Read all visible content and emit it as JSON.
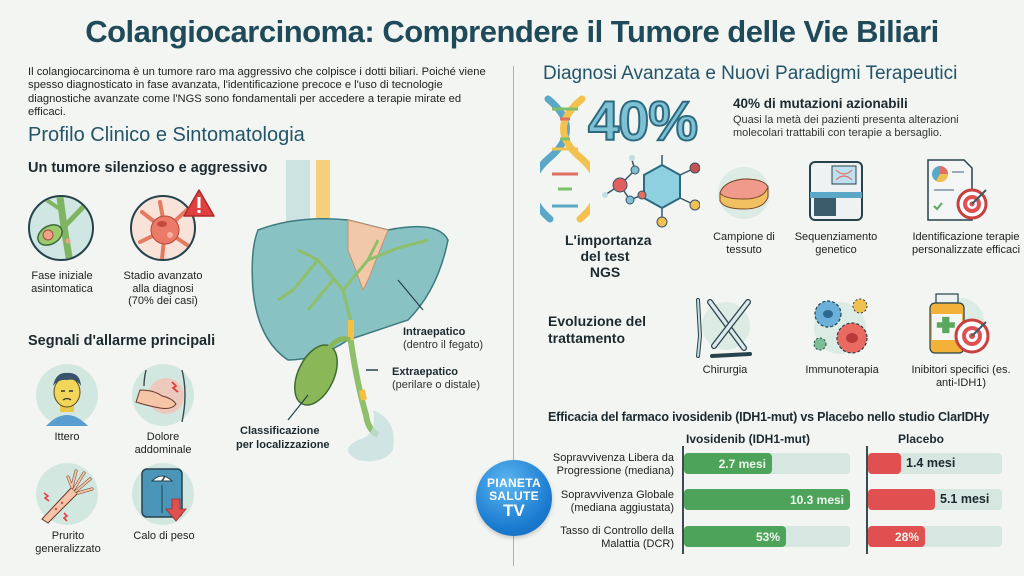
{
  "title": "Colangiocarcinoma: Comprendere il Tumore delle Vie Biliari",
  "intro": "Il colangiocarcinoma è un tumore raro ma aggressivo che colpisce i dotti biliari. Poiché viene spesso diagnosticato in fase avanzata, l'identificazione precoce e l'uso di tecnologie diagnostiche avanzate come l'NGS sono fondamentali per accedere a terapie mirate ed efficaci.",
  "left": {
    "section_title": "Profilo Clinico e Sintomatologia",
    "silent": {
      "heading": "Un tumore silenzioso e aggressivo",
      "items": [
        {
          "icon": "gallbladder-duct-icon",
          "caption": "Fase iniziale asintomatica"
        },
        {
          "icon": "tumor-cell-warning-icon",
          "caption": "Stadio avanzato alla diagnosi (70% dei casi)"
        }
      ]
    },
    "signals": {
      "heading": "Segnali d'allarme principali",
      "items": [
        {
          "icon": "jaundice-face-icon",
          "caption": "Ittero"
        },
        {
          "icon": "abdominal-pain-icon",
          "caption": "Dolore addominale"
        },
        {
          "icon": "itchy-arm-icon",
          "caption": "Prurito generalizzato"
        },
        {
          "icon": "weight-scale-down-icon",
          "caption": "Calo di peso"
        }
      ]
    },
    "liver": {
      "intra_title": "Intraepatico",
      "intra_sub": "(dentro il fegato)",
      "extra_title": "Extraepatico",
      "extra_sub": "(perilare o distale)",
      "classification_1": "Classificazione",
      "classification_2": "per localizzazione"
    }
  },
  "right": {
    "section_title": "Diagnosi Avanzata e Nuovi Paradigmi Terapeutici",
    "big_stat": "40%",
    "stat_title": "40% di mutazioni azionabili",
    "stat_desc": "Quasi la metà dei pazienti presenta alterazioni molecolari trattabili con terapie a bersaglio.",
    "ngs_label_1": "L'importanza",
    "ngs_label_2": "del test NGS",
    "ngs_steps": [
      {
        "icon": "tissue-sample-icon",
        "caption": "Campione di tessuto"
      },
      {
        "icon": "sequencer-icon",
        "caption": "Sequenziamento genetico"
      },
      {
        "icon": "report-target-icon",
        "caption": "Identificazione terapie personalizzate efficaci"
      }
    ],
    "treatment_heading": "Evoluzione del trattamento",
    "treatments": [
      {
        "icon": "scalpel-icon",
        "caption": "Chirurgia"
      },
      {
        "icon": "immune-cells-icon",
        "caption": "Immunoterapia"
      },
      {
        "icon": "pill-bottle-target-icon",
        "caption": "Inibitori specifici (es. anti-IDH1)"
      }
    ]
  },
  "logo": {
    "line1": "PIANETA",
    "line2": "SALUTE",
    "line3": "TV"
  },
  "colors": {
    "title": "#1f4a5a",
    "heading": "#245468",
    "green": "#4ea35a",
    "red": "#e05050",
    "track": "#d5e7e0",
    "background": "#f2f5f1"
  },
  "chart_data": {
    "type": "bar",
    "title": "Efficacia del farmaco ivosidenib (IDH1-mut) vs Placebo nello studio ClarIDHy",
    "categories": [
      "Sopravvivenza Libera da Progressione (mediana)",
      "Sopravvivenza Globale (mediana aggiustata)",
      "Tasso di Controllo della Malattia (DCR)"
    ],
    "series": [
      {
        "name": "Ivosidenib (IDH1-mut)",
        "values": [
          2.7,
          10.3,
          53
        ],
        "labels": [
          "2.7 mesi",
          "10.3 mesi",
          "53%"
        ],
        "color": "#4ea35a"
      },
      {
        "name": "Placebo",
        "values": [
          1.4,
          5.1,
          28
        ],
        "labels": [
          "1.4 mesi",
          "5.1 mesi",
          "28%"
        ],
        "color": "#e05050"
      }
    ],
    "row_label_lines": [
      [
        "Sopravvivenza Libera da",
        "Progressione (mediana)"
      ],
      [
        "Sopravvivenza Globale",
        "(mediana aggiustata)"
      ],
      [
        "Tasso di Controllo della",
        "Malattia (DCR)"
      ]
    ],
    "fill_fractions": {
      "ivosidenib": [
        0.53,
        1.0,
        0.7
      ],
      "placebo": [
        0.23,
        0.5,
        0.41
      ]
    },
    "xlabel": "",
    "ylabel": "",
    "grid": false,
    "legend_position": "top"
  }
}
